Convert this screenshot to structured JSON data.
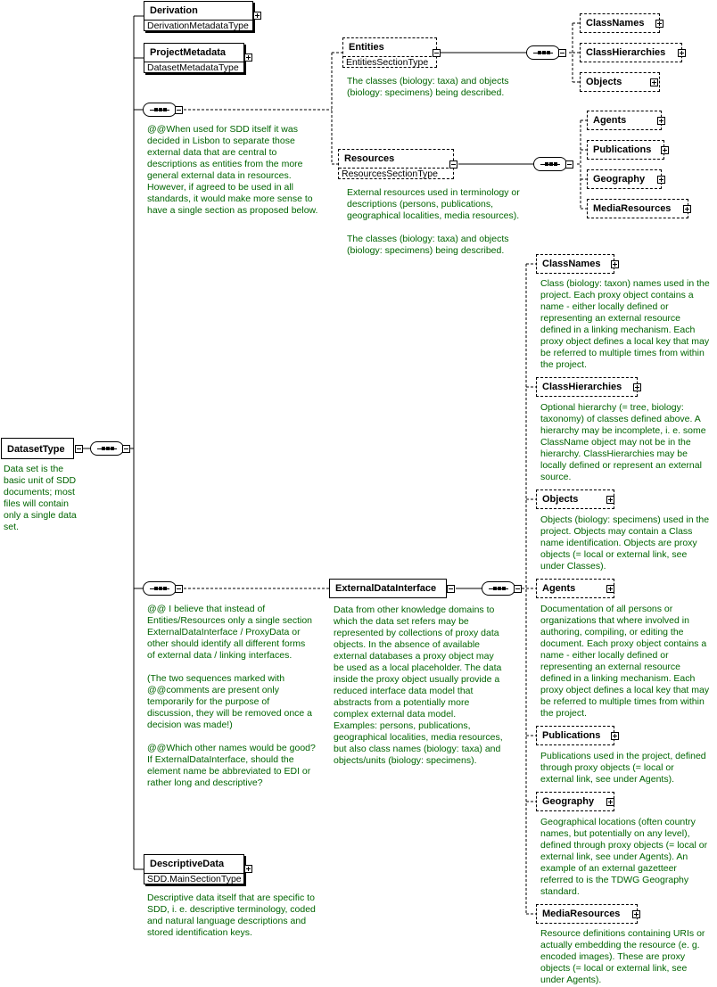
{
  "root": {
    "name": "DatasetType",
    "doc": "Data set is the\nbasic unit of  SDD\ndocuments; most\nfiles will contain\nonly a single data\nset."
  },
  "derivation": {
    "name": "Derivation",
    "type": "DerivationMetadataType"
  },
  "project_metadata": {
    "name": "ProjectMetadata",
    "type": "DatasetMetadataType"
  },
  "seq1_doc": "@@When used for SDD itself it was\ndecided in Lisbon to separate those\nexternal data that are central to\ndescriptions as entities from the more\ngeneral external data in resources.\nHowever, if agreed to be used in all\nstandards, it would make more sense to\nhave a single section as proposed below.",
  "entities": {
    "name": "Entities",
    "type": "EntitiesSectionType",
    "doc": "The classes (biology: taxa) and objects\n(biology: specimens) being described.",
    "children": [
      "ClassNames",
      "ClassHierarchies",
      "Objects"
    ]
  },
  "resources": {
    "name": "Resources",
    "type": "ResourcesSectionType",
    "doc": "External resources used in terminology or\ndescriptions (persons, publications,\ngeographical localities, media resources).\n\nThe classes (biology: taxa) and objects\n(biology: specimens) being described.",
    "children": [
      "Agents",
      "Publications",
      "Geography",
      "MediaResources"
    ]
  },
  "seq2_doc": "@@ I believe that instead of\nEntities/Resources only a single section\nExternalDataInterface / ProxyData or\nother should identify all different forms\nof external data / linking interfaces.\n\n(The two sequences marked with\n@@comments are present only\ntemporarily for the purpose of\ndiscussion, they will be removed once a\ndecision was made!)\n\n@@Which other names would be good?\nIf ExternalDataInterface, should the\nelement name be abbreviated to EDI or\nrather long and descriptive?",
  "edi": {
    "name": "ExternalDataInterface",
    "doc": "Data from other knowledge domains to\nwhich the data set refers may be\nrepresented by collections of proxy data\nobjects. In the absence of available\nexternal databases a proxy object may\nbe used as a local placeholder. The data\ninside the proxy object usually provide a\nreduced interface data model that\nabstracts from a potentially more\ncomplex external data model.\n   Examples: persons, publications,\ngeographical localities, media resources,\nbut also class names (biology: taxa) and\nobjects/units (biology: specimens).",
    "children": [
      {
        "name": "ClassNames",
        "doc": "Class (biology: taxon) names used in the\nproject. Each proxy object contains a\nname - either locally defined or\nrepresenting an external resource\ndefined in a linking mechanism. Each\nproxy object defines a local key that may\nbe referred to multiple times from within\nthe project."
      },
      {
        "name": "ClassHierarchies",
        "doc": "Optional hierarchy (= tree, biology:\ntaxonomy) of classes defined above. A\nhierarchy may be incomplete, i. e. some\nClassName object may not be in the\nhierarchy. ClassHierarchies may be\nlocally defined or represent an external\nsource."
      },
      {
        "name": "Objects",
        "doc": "Objects (biology: specimens) used in the\nproject. Objects may contain a Class\nname identification. Objects are proxy\nobjects (= local or external link, see\nunder Classes)."
      },
      {
        "name": "Agents",
        "doc": "Documentation of all persons or\norganizations that where involved in\nauthoring, compiling, or editing the\ndocument. Each proxy object contains a\nname - either locally defined or\nrepresenting an external resource\ndefined in a linking mechanism. Each\nproxy object defines a local key that may\nbe referred to multiple times from within\nthe project."
      },
      {
        "name": "Publications",
        "doc": "Publications used in the project, defined\nthrough proxy objects (= local or\nexternal link, see under Agents)."
      },
      {
        "name": "Geography",
        "doc": "Geographical locations (often country\nnames, but potentially on any level),\ndefined through proxy objects (= local or\nexternal link, see under Agents). An\nexample of an external gazetteer\nreferred to is the TDWG Geography\nstandard."
      },
      {
        "name": "MediaResources",
        "doc": "Resource definitions containing URIs or\nactually embedding the resource (e. g.\nencoded images). These are proxy\nobjects (= local or external link, see\nunder Agents)."
      }
    ]
  },
  "descriptive_data": {
    "name": "DescriptiveData",
    "type": "SDD.MainSectionType",
    "doc": "Descriptive data itself that are specific to\nSDD, i. e. descriptive terminology, coded\nand natural language descriptions and\nstored identification keys."
  }
}
